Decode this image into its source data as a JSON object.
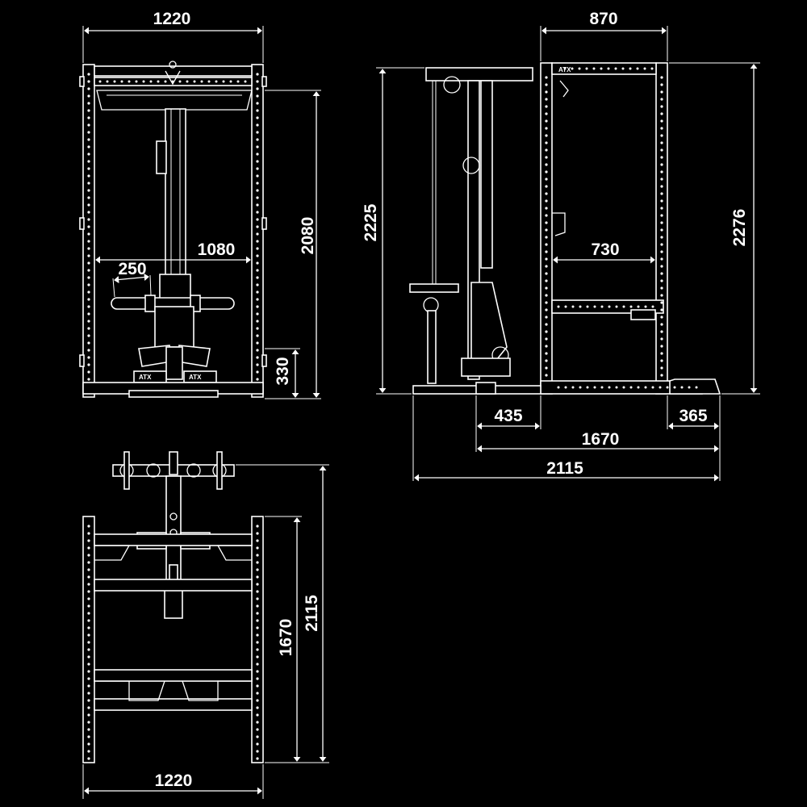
{
  "front_view": {
    "width_label": "1220",
    "height_label": "2080",
    "inner_width_label": "1080",
    "handle_label": "250",
    "base_height_label": "330"
  },
  "side_view": {
    "depth_label": "870",
    "total_height_label": "2225",
    "rack_height_label": "2276",
    "inner_depth_label": "730",
    "front_foot_label": "435",
    "rear_foot_label": "365",
    "base_depth_label": "1670",
    "total_depth_label": "2115",
    "logo_text": "ATX"
  },
  "top_view": {
    "width_label": "1220",
    "rack_depth_label": "1670",
    "total_depth_label": "2115"
  },
  "colors": {
    "background": "#000000",
    "line": "#ffffff"
  }
}
